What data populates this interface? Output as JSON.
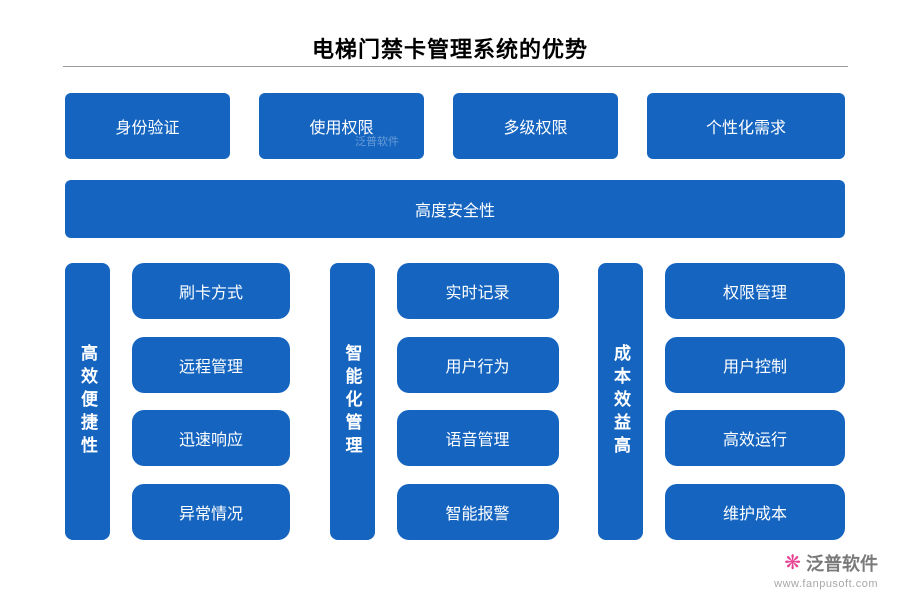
{
  "title": "电梯门禁卡管理系统的优势",
  "top_row": [
    "身份验证",
    "使用权限",
    "多级权限",
    "个性化需求"
  ],
  "watermark": "泛普软件",
  "banner": "高度安全性",
  "groups": [
    {
      "label": "高效便捷性",
      "items": [
        "刷卡方式",
        "远程管理",
        "迅速响应",
        "异常情况"
      ]
    },
    {
      "label": "智能化管理",
      "items": [
        "实时记录",
        "用户行为",
        "语音管理",
        "智能报警"
      ]
    },
    {
      "label": "成本效益高",
      "items": [
        "权限管理",
        "用户控制",
        "高效运行",
        "维护成本"
      ]
    }
  ],
  "footer": {
    "brand_icon": "❋",
    "brand": "泛普软件",
    "url": "www.fanpusoft.com"
  },
  "colors": {
    "primary_blue": "#1565c0",
    "text_on_primary": "#ffffff",
    "brand_pink": "#e84393"
  }
}
